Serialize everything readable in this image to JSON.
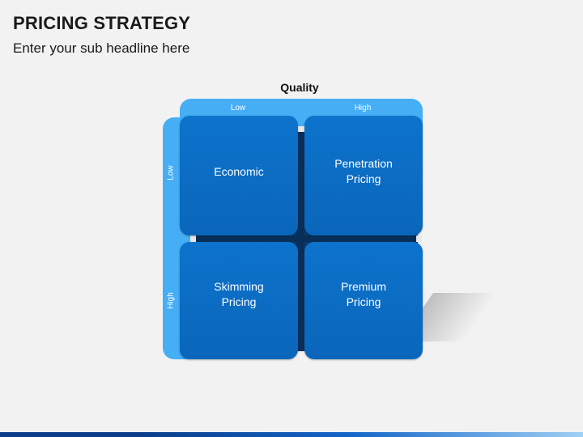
{
  "header": {
    "title": "PRICING STRATEGY",
    "subtitle": "Enter your sub headline here"
  },
  "matrix": {
    "axis_title": "Quality",
    "top_labels": [
      "Low",
      "High"
    ],
    "side_labels": [
      "Low",
      "High"
    ],
    "cells": [
      {
        "line1": "Economic",
        "line2": ""
      },
      {
        "line1": "Penetration",
        "line2": "Pricing"
      },
      {
        "line1": "Skimming",
        "line2": "Pricing"
      },
      {
        "line1": "Premium",
        "line2": "Pricing"
      }
    ]
  },
  "colors": {
    "band": "#45aef5",
    "cell": "#0a6bc4",
    "grid_back": "#0a3a70"
  }
}
